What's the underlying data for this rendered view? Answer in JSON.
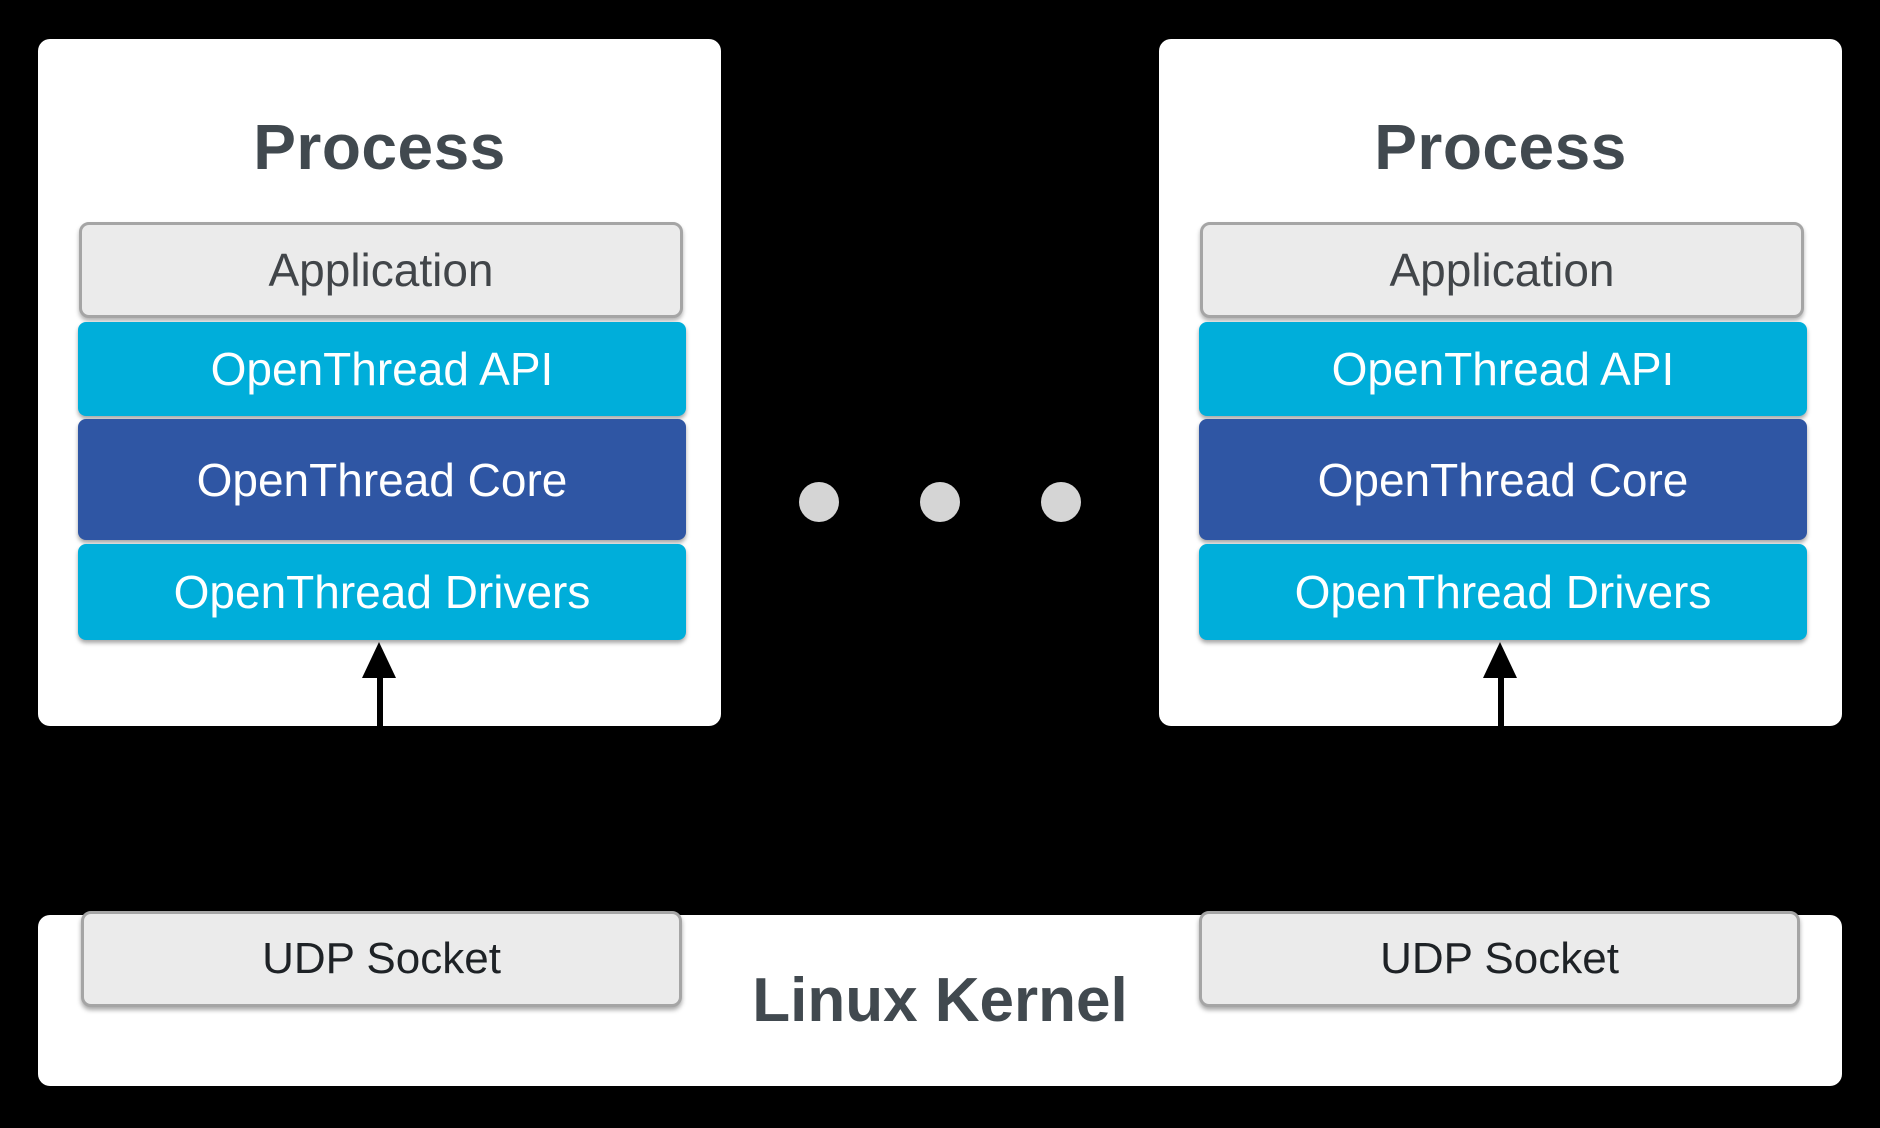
{
  "canvas": {
    "background": "#000000"
  },
  "colors": {
    "layer_cyan": "#00AEDA",
    "layer_dark_blue": "#2F56A4",
    "box_fill_light_gray": "#EBEBEB",
    "box_border_gray": "#A5A5A5",
    "dot_gray": "#D5D5D5",
    "title_text": "#41494F",
    "white_text": "#FFFFFF",
    "arrow_black": "#000000"
  },
  "processes": [
    {
      "title": "Process",
      "layers": {
        "application": "Application",
        "api": "OpenThread API",
        "core": "OpenThread Core",
        "drivers": "OpenThread Drivers"
      }
    },
    {
      "title": "Process",
      "layers": {
        "application": "Application",
        "api": "OpenThread API",
        "core": "OpenThread Core",
        "drivers": "OpenThread Drivers"
      }
    }
  ],
  "ellipsis": {
    "dot_count": 3
  },
  "kernel": {
    "label": "Linux Kernel",
    "sockets": [
      "UDP Socket",
      "UDP Socket"
    ]
  }
}
